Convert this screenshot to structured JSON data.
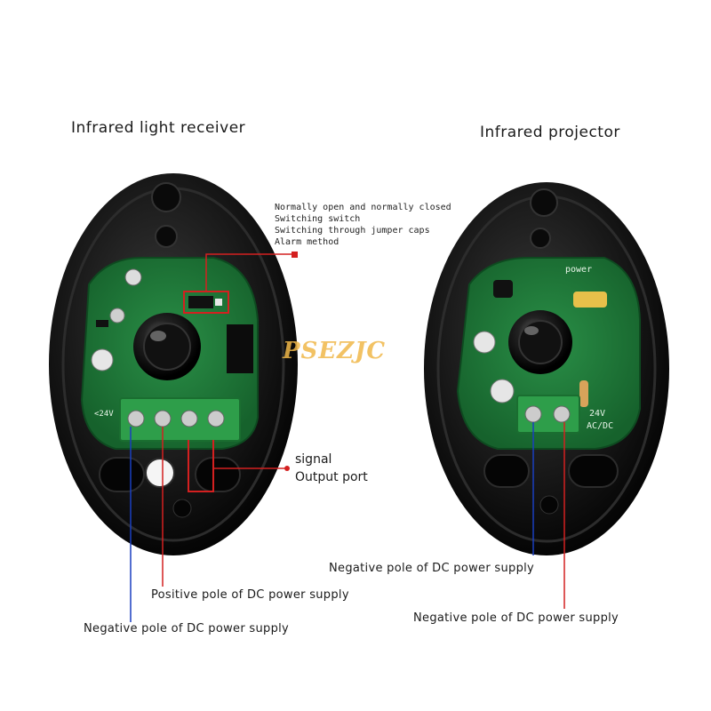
{
  "titles": {
    "receiver": "Infrared light receiver",
    "projector": "Infrared projector"
  },
  "jumper_note": {
    "line1": "Normally open and normally closed",
    "line2": "Switching switch",
    "line3": "Switching through jumper caps",
    "line4": "Alarm method"
  },
  "signal_note": {
    "line1": "signal",
    "line2": "Output port"
  },
  "labels": {
    "receiver_positive": "Positive pole of DC power supply",
    "receiver_negative": "Negative pole of DC power supply",
    "projector_negative_1": "Negative pole of DC power supply",
    "projector_negative_2": "Negative pole of DC power supply"
  },
  "board_marks": {
    "receiver_voltage": "<24V",
    "projector_power": "power",
    "projector_voltage": "24V",
    "projector_acdc": "AC/DC"
  },
  "watermark": "PSEZJC",
  "colors": {
    "housing": "#111111",
    "pcb": "#1f7a3a",
    "terminal": "#2e9e4a",
    "red_callout": "#d42020",
    "blue_callout": "#1a3fc0"
  }
}
